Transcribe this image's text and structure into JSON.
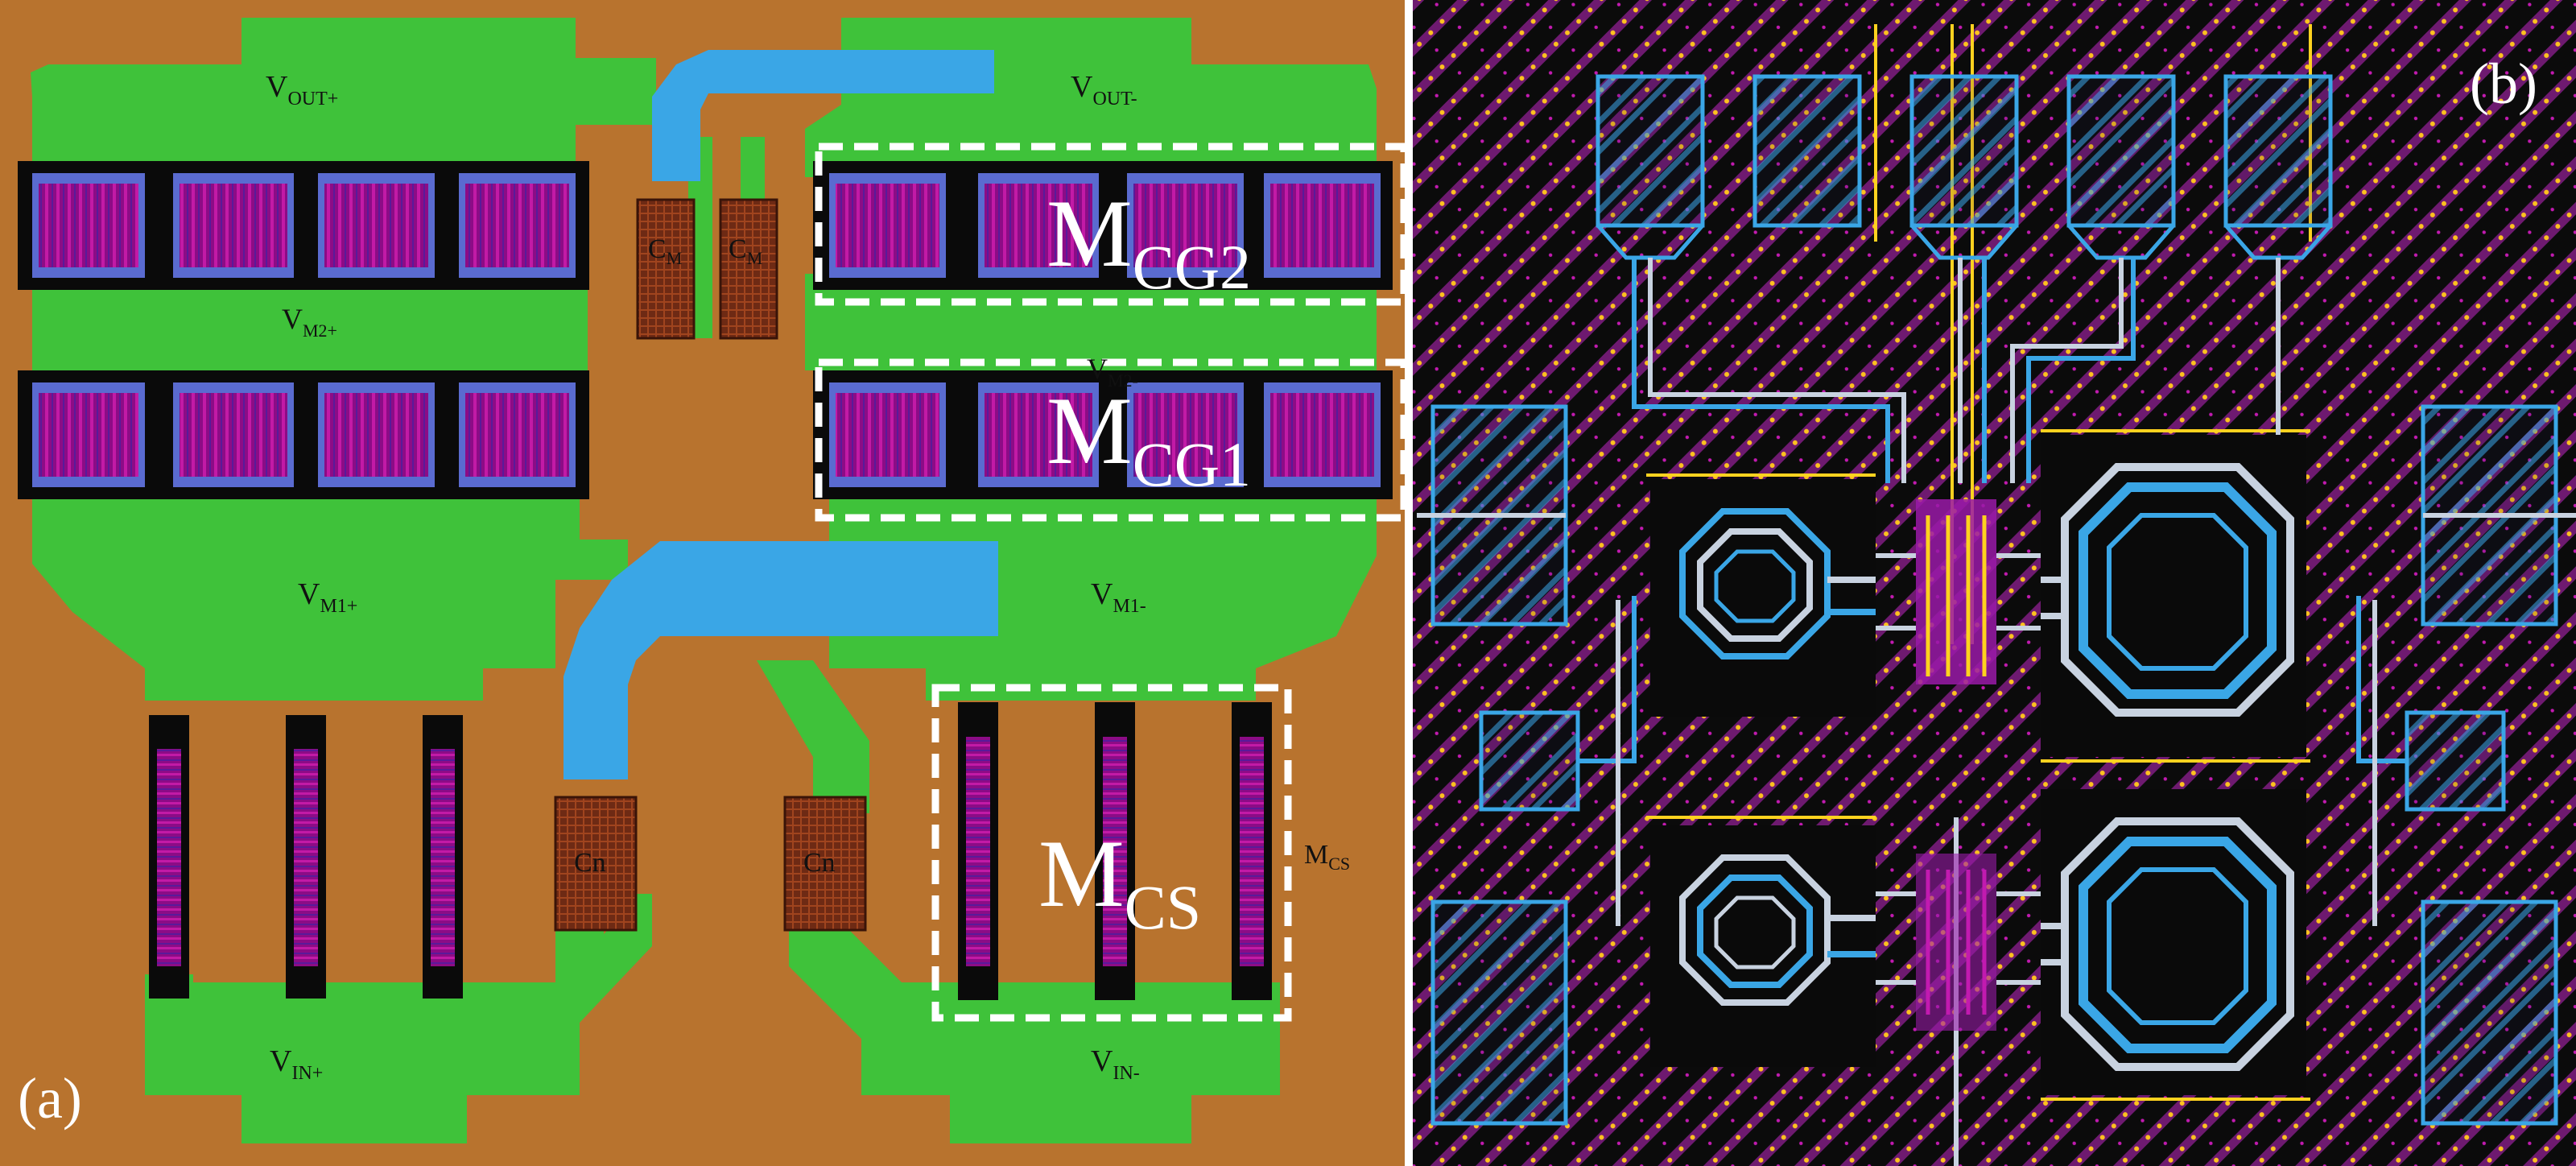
{
  "panel_a": {
    "tag": "(a)",
    "nets": {
      "vout_p": {
        "main": "V",
        "sub": "OUT+"
      },
      "vout_m": {
        "main": "V",
        "sub": "OUT-"
      },
      "vm2_p": {
        "main": "V",
        "sub": "M2+"
      },
      "vm2_m": {
        "main": "V",
        "sub": "M2-"
      },
      "vm1_p": {
        "main": "V",
        "sub": "M1+"
      },
      "vm1_m": {
        "main": "V",
        "sub": "M1-"
      },
      "vin_p": {
        "main": "V",
        "sub": "IN+"
      },
      "vin_m": {
        "main": "V",
        "sub": "IN-"
      }
    },
    "cap_m": {
      "main": "C",
      "sub": "M"
    },
    "cap_n": "Cn",
    "callouts": {
      "mcg2": {
        "main": "M",
        "sub": "CG2"
      },
      "mcg1": {
        "main": "M",
        "sub": "CG1"
      },
      "mcs": {
        "main": "M",
        "sub": "CS"
      }
    },
    "mcs_small": {
      "main": "M",
      "sub": "CS"
    }
  },
  "panel_b": {
    "tag": "(b)"
  },
  "colors": {
    "substrate": "#b8732e",
    "metal_green": "#3fc23a",
    "metal_blue": "#3aa6e6",
    "device_magenta": "#a0108c",
    "layout_black": "#0a0a0a",
    "via_yellow": "#ffd21f",
    "inductor_light": "#c8d2e0"
  }
}
